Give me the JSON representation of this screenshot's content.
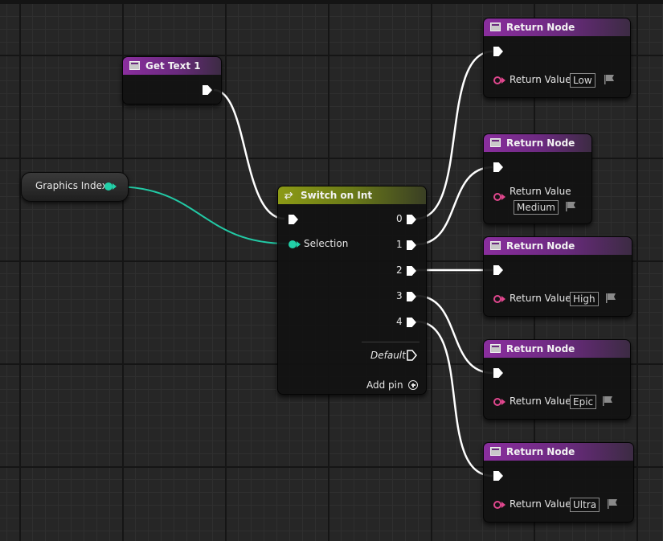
{
  "get_text": {
    "title": "Get Text 1"
  },
  "variable": {
    "label": "Graphics Index"
  },
  "switch": {
    "title": "Switch on Int",
    "selection_label": "Selection",
    "outputs": [
      "0",
      "1",
      "2",
      "3",
      "4"
    ],
    "default_label": "Default",
    "add_pin_label": "Add pin"
  },
  "return_nodes": [
    {
      "title": "Return Node",
      "pin_label": "Return Value",
      "value": "Low"
    },
    {
      "title": "Return Node",
      "pin_label": "Return Value",
      "value": "Medium"
    },
    {
      "title": "Return Node",
      "pin_label": "Return Value",
      "value": "High"
    },
    {
      "title": "Return Node",
      "pin_label": "Return Value",
      "value": "Epic"
    },
    {
      "title": "Return Node",
      "pin_label": "Return Value",
      "value": "Ultra"
    }
  ],
  "colors": {
    "function_header": "#8a2e9e",
    "switch_header": "#8c9a16",
    "int_pin": "#22d0a8",
    "text_pin": "#e0478e",
    "exec_wire": "#ffffff"
  }
}
